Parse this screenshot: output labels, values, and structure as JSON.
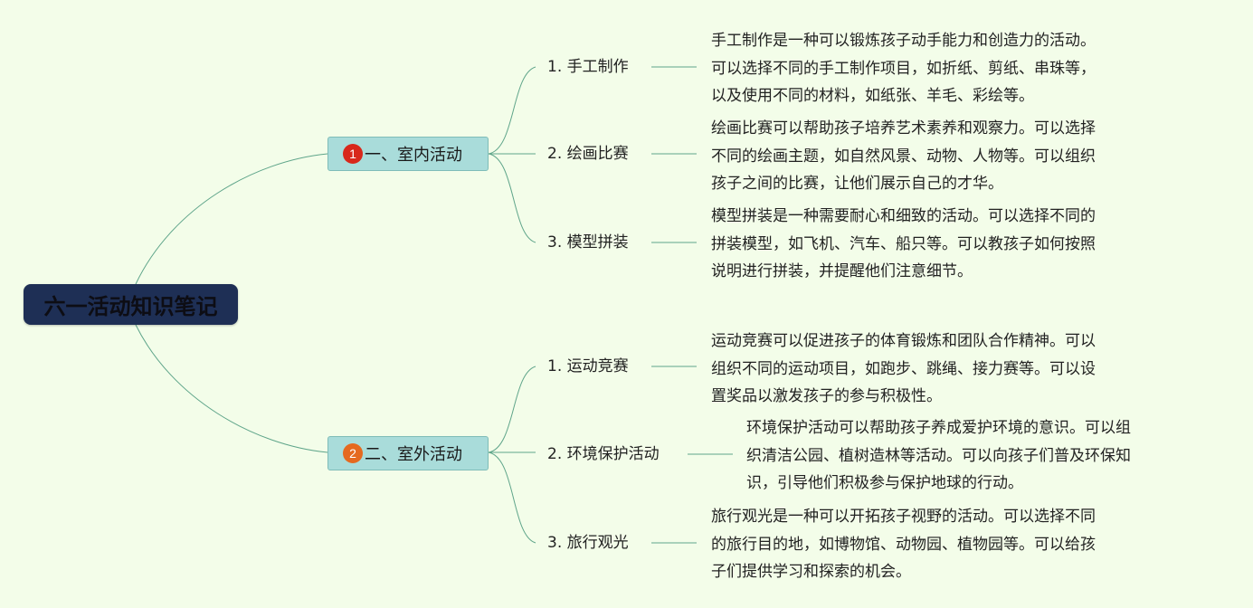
{
  "title": "六一活动知识笔记",
  "branches": [
    {
      "badge": "1",
      "badge_color": "#d8281b",
      "label": "一、室内活动",
      "topics": [
        {
          "label": "1. 手工制作",
          "lines": [
            "手工制作是一种可以锻炼孩子动手能力和创造力的活动。",
            "可以选择不同的手工制作项目，如折纸、剪纸、串珠等，",
            "以及使用不同的材料，如纸张、羊毛、彩绘等。"
          ]
        },
        {
          "label": "2. 绘画比赛",
          "lines": [
            "绘画比赛可以帮助孩子培养艺术素养和观察力。可以选择",
            "不同的绘画主题，如自然风景、动物、人物等。可以组织",
            "孩子之间的比赛，让他们展示自己的才华。"
          ]
        },
        {
          "label": "3. 模型拼装",
          "lines": [
            "模型拼装是一种需要耐心和细致的活动。可以选择不同的",
            "拼装模型，如飞机、汽车、船只等。可以教孩子如何按照",
            "说明进行拼装，并提醒他们注意细节。"
          ]
        }
      ]
    },
    {
      "badge": "2",
      "badge_color": "#e5691f",
      "label": "二、室外活动",
      "topics": [
        {
          "label": "1. 运动竞赛",
          "lines": [
            "运动竞赛可以促进孩子的体育锻炼和团队合作精神。可以",
            "组织不同的运动项目，如跑步、跳绳、接力赛等。可以设",
            "置奖品以激发孩子的参与积极性。"
          ]
        },
        {
          "label": "2. 环境保护活动",
          "lines": [
            "环境保护活动可以帮助孩子养成爱护环境的意识。可以组",
            "织清洁公园、植树造林等活动。可以向孩子们普及环保知",
            "识，引导他们积极参与保护地球的行动。"
          ]
        },
        {
          "label": "3. 旅行观光",
          "lines": [
            "旅行观光是一种可以开拓孩子视野的活动。可以选择不同",
            "的旅行目的地，如博物馆、动物园、植物园等。可以给孩",
            "子们提供学习和探索的机会。"
          ]
        }
      ]
    }
  ],
  "colors": {
    "background": "#f3fde9",
    "root_fill": "#1e2f55",
    "branch_fill": "#a9dcda",
    "connector": "#5fa58a"
  }
}
